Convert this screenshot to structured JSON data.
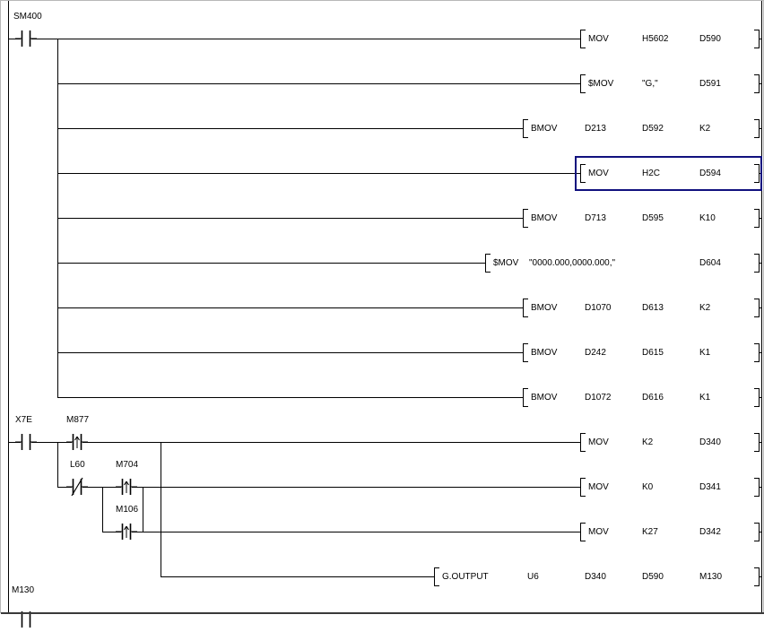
{
  "editor": {
    "selection_color": "#10107e",
    "wire_color": "#000000",
    "background": "#ffffff"
  },
  "contacts": [
    {
      "label": "SM400",
      "type": "normally-open"
    },
    {
      "label": "X7E",
      "type": "normally-open"
    },
    {
      "label": "M877",
      "type": "pulse"
    },
    {
      "label": "L60",
      "type": "normally-closed"
    },
    {
      "label": "M704",
      "type": "pulse"
    },
    {
      "label": "M106",
      "type": "pulse"
    },
    {
      "label": "M130",
      "type": "normally-open"
    }
  ],
  "instructions": [
    {
      "op": "MOV",
      "args": [
        "H5602",
        "D590"
      ],
      "selected": false
    },
    {
      "op": "$MOV",
      "args": [
        "\"G,\"",
        "D591"
      ],
      "selected": false
    },
    {
      "op": "BMOV",
      "args": [
        "D213",
        "D592",
        "K2"
      ],
      "selected": false
    },
    {
      "op": "MOV",
      "args": [
        "H2C",
        "D594"
      ],
      "selected": true
    },
    {
      "op": "BMOV",
      "args": [
        "D713",
        "D595",
        "K10"
      ],
      "selected": false
    },
    {
      "op": "$MOV",
      "args": [
        "\"0000.000,0000.000,\"",
        "D604"
      ],
      "selected": false
    },
    {
      "op": "BMOV",
      "args": [
        "D1070",
        "D613",
        "K2"
      ],
      "selected": false
    },
    {
      "op": "BMOV",
      "args": [
        "D242",
        "D615",
        "K1"
      ],
      "selected": false
    },
    {
      "op": "BMOV",
      "args": [
        "D1072",
        "D616",
        "K1"
      ],
      "selected": false
    },
    {
      "op": "MOV",
      "args": [
        "K2",
        "D340"
      ],
      "selected": false
    },
    {
      "op": "MOV",
      "args": [
        "K0",
        "D341"
      ],
      "selected": false
    },
    {
      "op": "MOV",
      "args": [
        "K27",
        "D342"
      ],
      "selected": false
    },
    {
      "op": "G.OUTPUT",
      "args": [
        "U6",
        "D340",
        "D590",
        "M130"
      ],
      "selected": false
    }
  ]
}
